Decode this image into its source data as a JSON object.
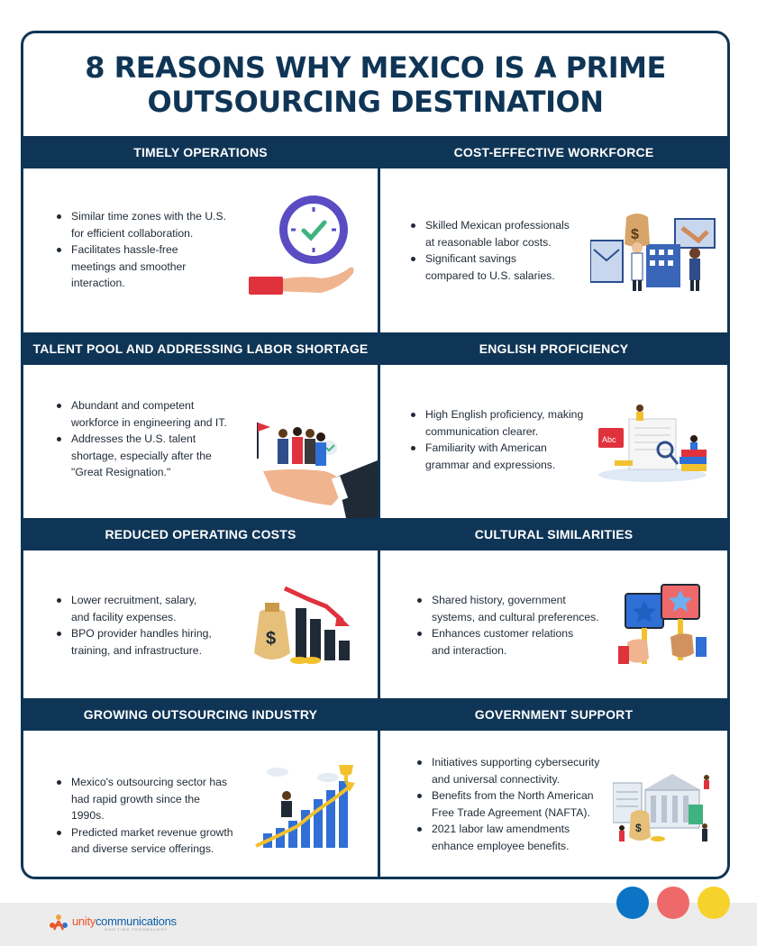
{
  "title": "8 REASONS WHY MEXICO IS A PRIME OUTSOURCING DESTINATION",
  "sections": [
    {
      "heading": "TIMELY OPERATIONS",
      "bullets": [
        "Similar time zones with the U.S. for efficient collaboration.",
        "Facilitates hassle-free meetings and smoother interaction."
      ],
      "icon": "clock-in-hand-icon"
    },
    {
      "heading": "COST-EFFECTIVE WORKFORCE",
      "bullets": [
        "Skilled Mexican professionals at reasonable labor costs.",
        "Significant savings compared to U.S. salaries."
      ],
      "icon": "workforce-money-icon"
    },
    {
      "heading": "TALENT POOL AND ADDRESSING LABOR SHORTAGE",
      "bullets": [
        "Abundant and competent workforce in engineering and IT.",
        "Addresses the U.S. talent shortage, especially after the \"Great Resignation.\""
      ],
      "icon": "team-on-hand-icon"
    },
    {
      "heading": "ENGLISH PROFICIENCY",
      "bullets": [
        "High English proficiency, making communication clearer.",
        "Familiarity with American grammar and expressions."
      ],
      "icon": "english-study-icon"
    },
    {
      "heading": "REDUCED OPERATING COSTS",
      "bullets": [
        "Lower recruitment, salary, and facility expenses.",
        "BPO provider handles hiring, training, and infrastructure."
      ],
      "icon": "money-bag-declining-chart-icon"
    },
    {
      "heading": "CULTURAL SIMILARITIES",
      "bullets": [
        "Shared history, government systems, and cultural preferences.",
        "Enhances customer relations and interaction."
      ],
      "icon": "star-signs-icon"
    },
    {
      "heading": "GROWING OUTSOURCING INDUSTRY",
      "bullets": [
        "Mexico's outsourcing sector has had rapid growth since the 1990s.",
        "Predicted market revenue growth and diverse service offerings."
      ],
      "icon": "growth-chart-trophy-icon"
    },
    {
      "heading": "GOVERNMENT SUPPORT",
      "bullets": [
        "Initiatives supporting cybersecurity and universal connectivity.",
        "Benefits from the North American Free Trade Agreement (NAFTA).",
        "2021 labor law amendments enhance employee benefits."
      ],
      "icon": "government-building-icon"
    }
  ],
  "footer": {
    "logo_prefix": "unity",
    "logo_brand": "communications",
    "logo_tagline": "SHIFTING TECHNOLOGY",
    "dots": [
      "#0b74c4",
      "#ee6a6a",
      "#f6d22c"
    ]
  },
  "colors": {
    "navy": "#0f3556",
    "accent_red": "#e04a3f",
    "accent_blue": "#2f6fd6",
    "accent_yellow": "#f2c12e"
  }
}
